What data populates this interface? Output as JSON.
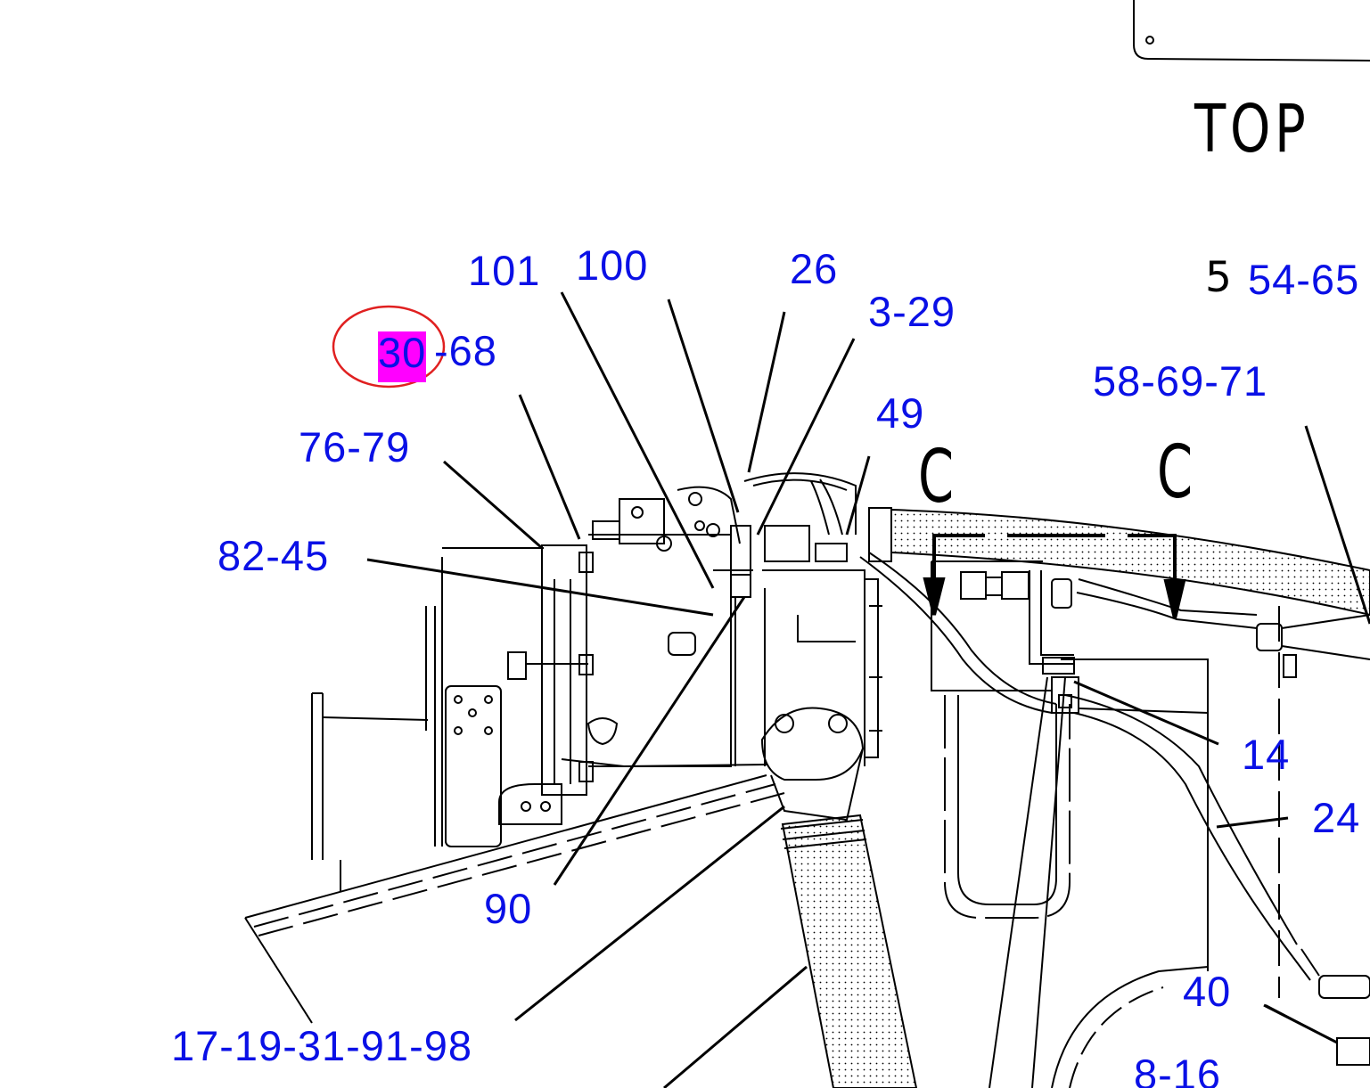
{
  "view_label": "TOP",
  "section_markers": [
    "C",
    "C"
  ],
  "reference_number": "5",
  "highlight_color": "#ff00ff",
  "marker_color": "#e02020",
  "callout_color": "#0a10e6",
  "callouts": {
    "c101": "101",
    "c100": "100",
    "c26": "26",
    "c3_29": "3-29",
    "c30": "30",
    "c68": "-68",
    "c76_79": "76-79",
    "c49": "49",
    "c82_45": "82-45",
    "c54_65": "54-65",
    "c58_69_71": "58-69-71",
    "c14": "14",
    "c24": "24",
    "c90": "90",
    "c17_19_31_91_98": "17-19-31-91-98",
    "c40": "40",
    "c8_16": "8-16"
  }
}
